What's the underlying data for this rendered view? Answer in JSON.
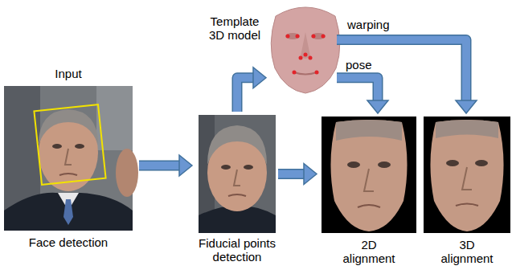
{
  "diagram": {
    "nodes": [
      {
        "text": [
          "Input",
          "Face detection"
        ]
      },
      {
        "text": [
          "Fiducial points detection"
        ]
      },
      {
        "text": [
          "Template 3D model"
        ]
      },
      {
        "text": [
          "2D alignment"
        ]
      },
      {
        "text": [
          "3D alignment"
        ]
      }
    ],
    "edges": [
      {
        "from": 0,
        "to": 1,
        "arrow": "to"
      },
      {
        "from": 1,
        "to": 3,
        "arrow": "to"
      },
      {
        "from": 1,
        "to": 2,
        "arrow": "to"
      },
      {
        "from": 2,
        "to": 3,
        "label": "pose",
        "arrow": "to"
      },
      {
        "from": 2,
        "to": 4,
        "label": "warping",
        "arrow": "to"
      }
    ]
  }
}
